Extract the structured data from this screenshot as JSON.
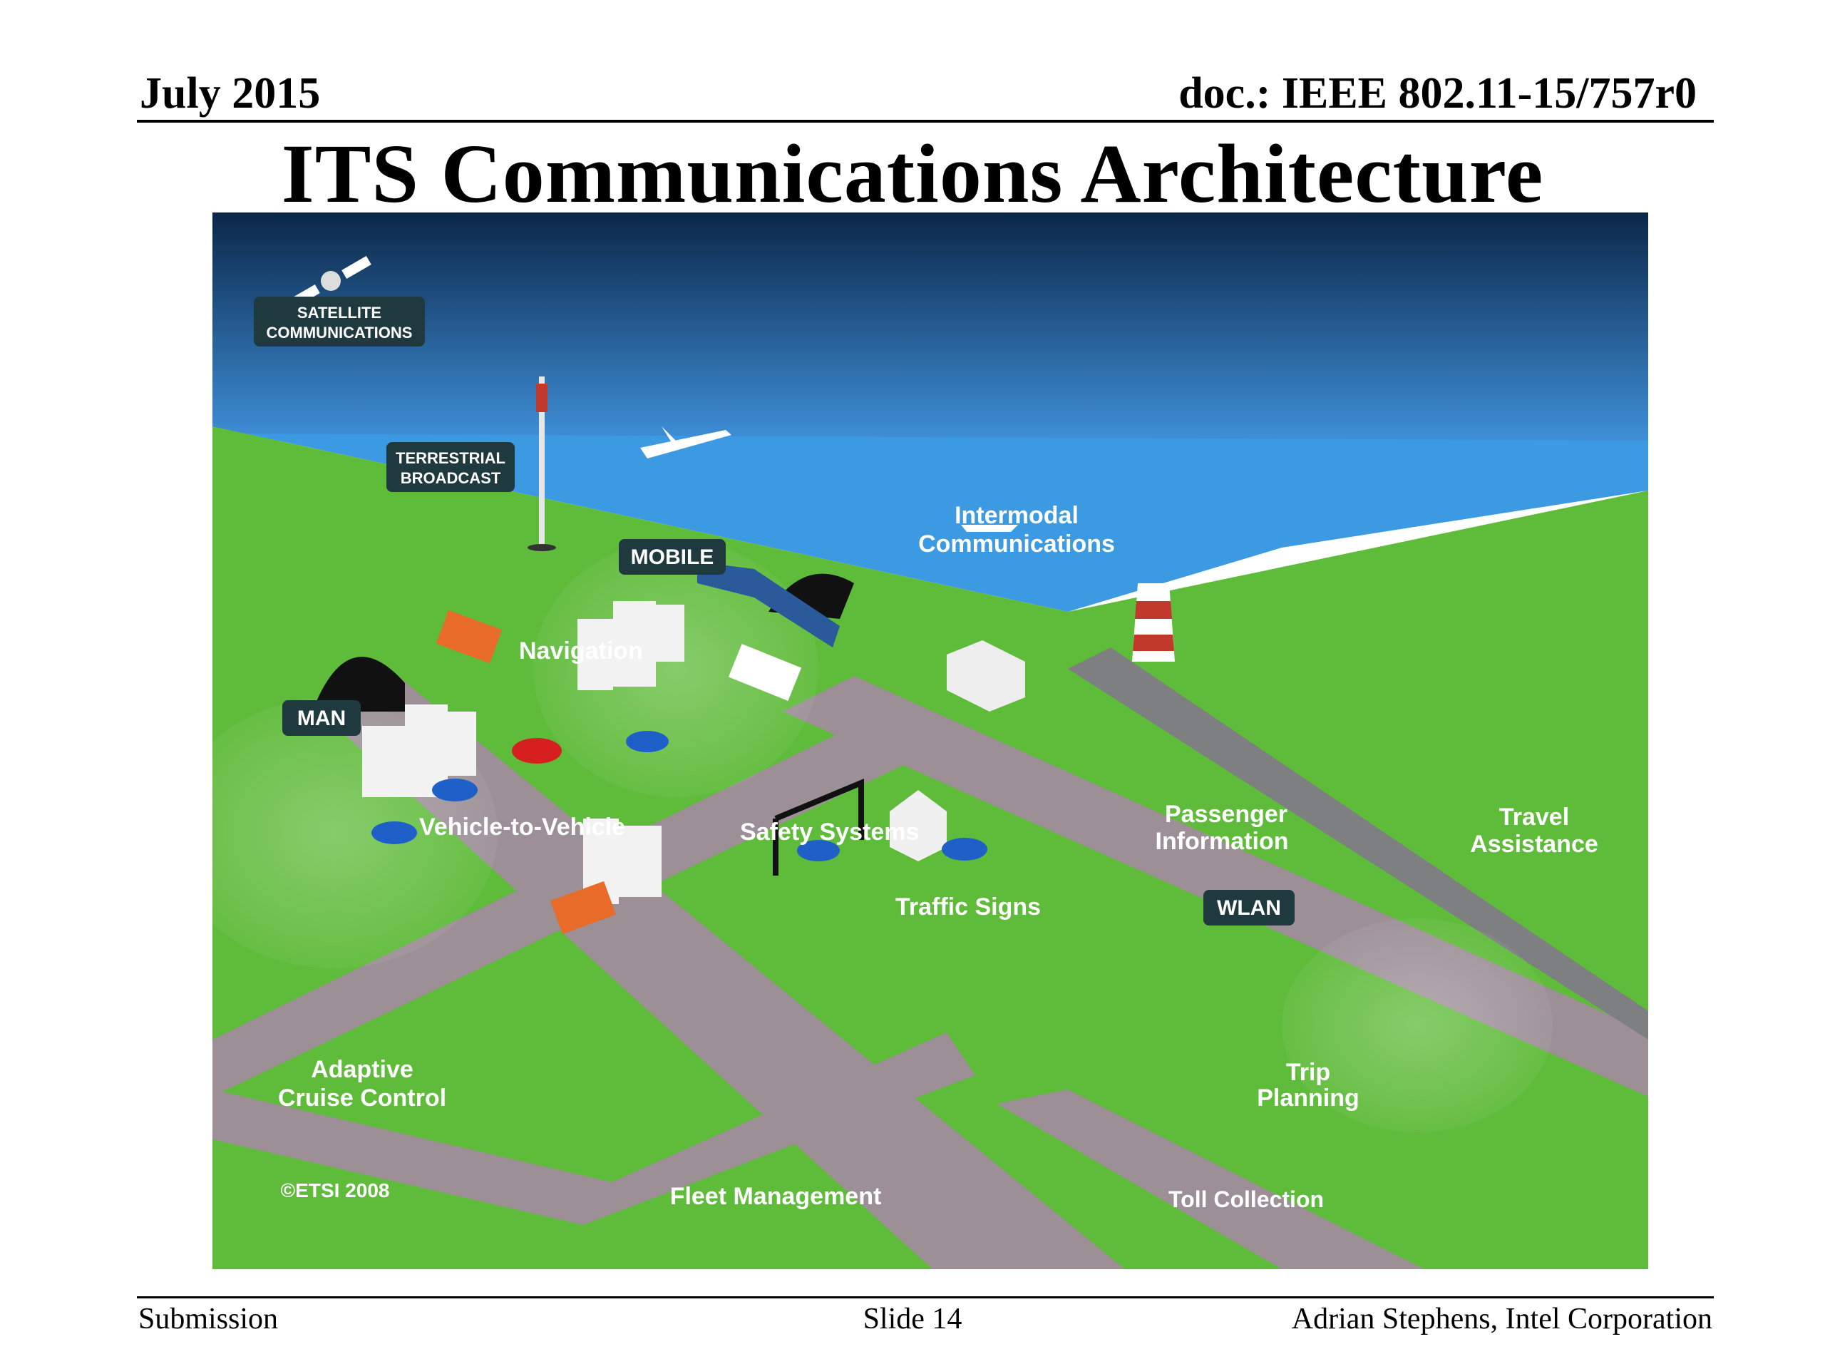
{
  "header": {
    "date": "July 2015",
    "doc": "doc.: IEEE 802.11-15/757r0"
  },
  "slide": {
    "title": "ITS Communications Architecture"
  },
  "diagram": {
    "tags": {
      "satellite": [
        "SATELLITE",
        "COMMUNICATIONS"
      ],
      "terrestrial": [
        "TERRESTRIAL",
        "BROADCAST"
      ],
      "mobile": "MOBILE",
      "man": "MAN",
      "wlan": "WLAN"
    },
    "labels": {
      "intermodal": [
        "Intermodal",
        "Communications"
      ],
      "navigation": "Navigation",
      "v2v": "Vehicle-to-Vehicle",
      "safety": "Safety Systems",
      "passenger": [
        "Passenger",
        "Information"
      ],
      "travel": [
        "Travel",
        "Assistance"
      ],
      "traffic_signs": "Traffic Signs",
      "acc": [
        "Adaptive",
        "Cruise Control"
      ],
      "trip": [
        "Trip",
        "Planning"
      ],
      "fleet": "Fleet Management",
      "toll": "Toll Collection",
      "copyright": "©ETSI 2008"
    },
    "colors": {
      "sky_top": "#0b2748",
      "sky_bottom": "#3f8fd8",
      "sea": "#3c9ae2",
      "grass": "#5fbb3a",
      "road": "#9c9096",
      "tag_bg": "#1f3a3e"
    }
  },
  "footer": {
    "left": "Submission",
    "center": "Slide 14",
    "right": "Adrian Stephens, Intel Corporation"
  }
}
